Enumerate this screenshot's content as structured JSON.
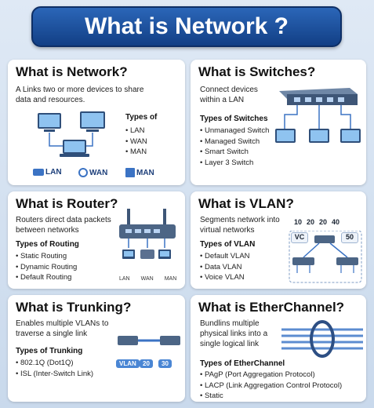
{
  "title": "What is Network ?",
  "network": {
    "heading": "What is Network?",
    "desc": "A Links two or more devices to share data and resources.",
    "types_label": "Types of",
    "types": [
      "LAN",
      "WAN",
      "MAN"
    ],
    "badges": [
      "LAN",
      "WAN",
      "MAN"
    ]
  },
  "switches": {
    "heading": "What is Switches?",
    "desc": "Connect devices within a LAN",
    "types_label": "Types of Switches",
    "types": [
      "Unmanaged Switch",
      "Managed Switch",
      "Smart Switch",
      "Layer 3 Switch"
    ]
  },
  "router": {
    "heading": "What is Router?",
    "desc": "Routers direct data packets between networks",
    "types_label": "Types of Routing",
    "types": [
      "Static Routing",
      "Dynamic Routing",
      "Default Routing"
    ],
    "labels": [
      "LAN",
      "WAN",
      "MAN"
    ]
  },
  "vlan": {
    "heading": "What is VLAN?",
    "desc": "Segments network into virtual networks",
    "types_label": "Types of VLAN",
    "types": [
      "Default VLAN",
      "Data VLAN",
      "Voice VLAN"
    ],
    "ids": [
      "10",
      "20",
      "20",
      "40"
    ],
    "box_left": "VC",
    "box_right": "50"
  },
  "trunking": {
    "heading": "What is Trunking?",
    "desc": "Enables multiple VLANs to traverse a single link",
    "types_label": "Types of Trunking",
    "types": [
      "802.1Q (Dot1Q)",
      "ISL (Inter-Switch Link)"
    ],
    "tags": [
      "VLAN",
      "20",
      "30"
    ]
  },
  "etherchannel": {
    "heading": "What is EtherChannel?",
    "desc": "Bundlins multiple physical links into a single logical link",
    "types_label": "Types of EtherChannel",
    "types": [
      "PAgP (Port Aggregation Protocol)",
      "LACP (Link Aggregation Control Protocol)",
      "Static"
    ]
  }
}
